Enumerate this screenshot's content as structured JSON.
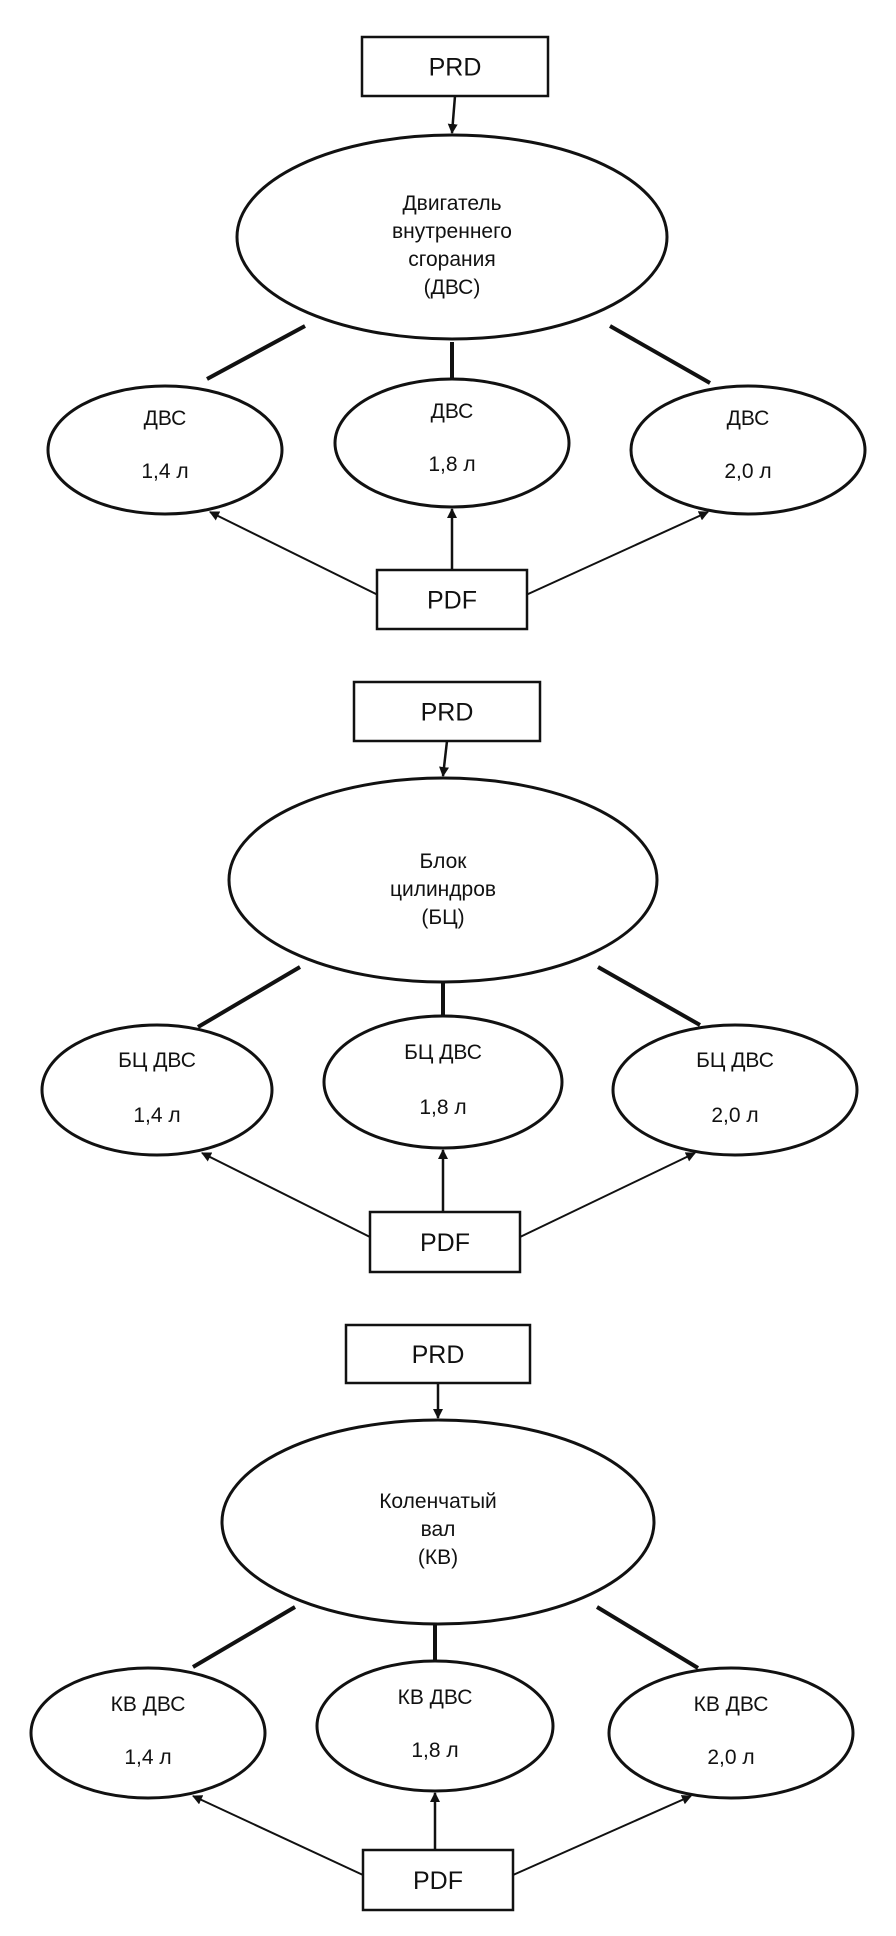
{
  "diagrams": [
    {
      "prd_label": "PRD",
      "pdf_label": "PDF",
      "main_lines": [
        "Двигатель",
        "внутреннего",
        "сгорания",
        "(ДВС)"
      ],
      "children": [
        {
          "line1": "ДВС",
          "line2": "1,4 л"
        },
        {
          "line1": "ДВС",
          "line2": "1,8 л"
        },
        {
          "line1": "ДВС",
          "line2": "2,0 л"
        }
      ]
    },
    {
      "prd_label": "PRD",
      "pdf_label": "PDF",
      "main_lines": [
        "Блок",
        "цилиндров",
        "(БЦ)"
      ],
      "children": [
        {
          "line1": "БЦ ДВС",
          "line2": "1,4 л"
        },
        {
          "line1": "БЦ ДВС",
          "line2": "1,8 л"
        },
        {
          "line1": "БЦ ДВС",
          "line2": "2,0 л"
        }
      ]
    },
    {
      "prd_label": "PRD",
      "pdf_label": "PDF",
      "main_lines": [
        "Коленчатый",
        "вал",
        "(КВ)"
      ],
      "children": [
        {
          "line1": "КВ ДВС",
          "line2": "1,4 л"
        },
        {
          "line1": "КВ ДВС",
          "line2": "1,8 л"
        },
        {
          "line1": "КВ ДВС",
          "line2": "2,0 л"
        }
      ]
    }
  ]
}
